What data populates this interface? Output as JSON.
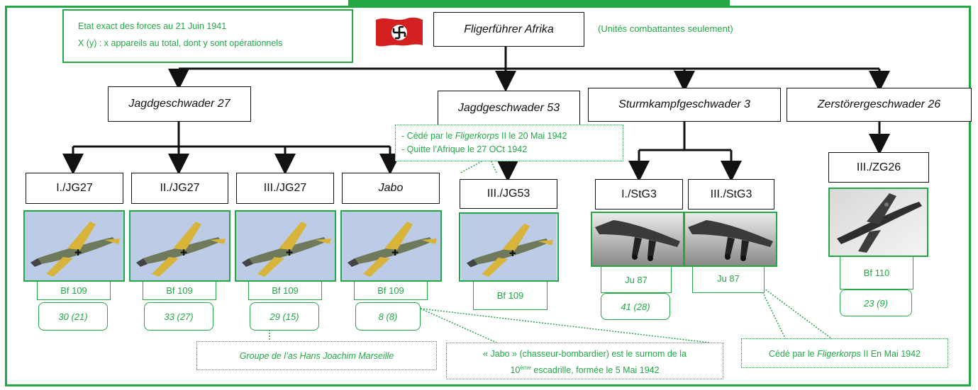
{
  "legend": {
    "line1": "Etat exact  des forces au 21 Juin 1941",
    "line2": "X (y) : x appareils au total, dont y sont opérationnels"
  },
  "root": {
    "label": "Fligerführer Afrika",
    "note": "(Unités combattantes seulement)"
  },
  "wings": [
    {
      "label": "Jagdgeschwader 27"
    },
    {
      "label": "Jagdgeschwader 53"
    },
    {
      "label": "Sturmkampfgeschwader 3"
    },
    {
      "label": "Zerstörergeschwader 26"
    }
  ],
  "units": [
    {
      "label": "I./JG27",
      "aircraft": "Bf 109",
      "count": "30 (21)"
    },
    {
      "label": "II./JG27",
      "aircraft": "Bf 109",
      "count": "33 (27)"
    },
    {
      "label": "III./JG27",
      "aircraft": "Bf 109",
      "count": "29 (15)"
    },
    {
      "label": "Jabo",
      "aircraft": "Bf 109",
      "count": "8 (8)"
    },
    {
      "label": "III./JG53",
      "aircraft": "Bf 109",
      "count": ""
    },
    {
      "label": "I./StG3",
      "aircraft": "Ju 87",
      "count": "41 (28)"
    },
    {
      "label": "III./StG3",
      "aircraft": "Ju 87",
      "count": ""
    },
    {
      "label": "III./ZG26",
      "aircraft": "Bf 110",
      "count": "23 (9)"
    }
  ],
  "callouts": {
    "jg53_line1_pre": "- Cédé par le ",
    "jg53_line1_it": "Fligerkorps",
    "jg53_line1_post": " II le 20 Mai 1942",
    "jg53_line2": "- Quitte l’Afrique le 27 OCt 1942",
    "marseille": "Groupe de l’as Hans Joachim Marseille",
    "jabo_line1": "« Jabo » (chasseur-bombardier) est le surnom de la",
    "jabo_num": "10",
    "jabo_sup": "ème",
    "jabo_line2_rest": " escadrille, formée le 5 Mai 1942",
    "stg3_pre": "Cédé par le ",
    "stg3_it": "Fligerkorps",
    "stg3_post": " II En Mai 1942"
  },
  "colors": {
    "accent": "#22a845",
    "line": "#111111"
  }
}
